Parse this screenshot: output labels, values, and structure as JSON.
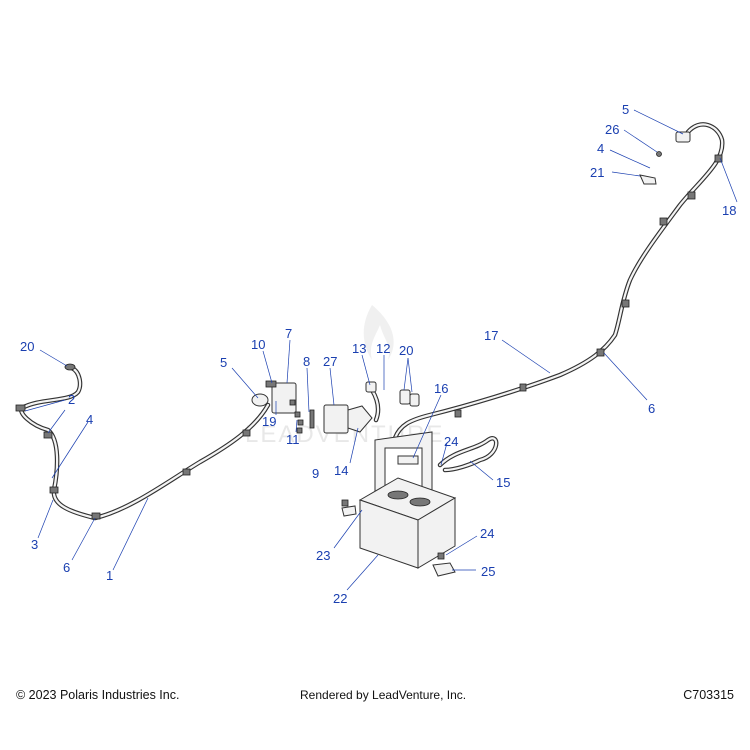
{
  "diagram": {
    "callouts": [
      {
        "label": "1"
      },
      {
        "label": "2"
      },
      {
        "label": "3"
      },
      {
        "label": "4"
      },
      {
        "label": "5"
      },
      {
        "label": "6"
      },
      {
        "label": "7"
      },
      {
        "label": "8"
      },
      {
        "label": "9"
      },
      {
        "label": "10"
      },
      {
        "label": "11"
      },
      {
        "label": "12"
      },
      {
        "label": "13"
      },
      {
        "label": "14"
      },
      {
        "label": "15"
      },
      {
        "label": "16"
      },
      {
        "label": "17"
      },
      {
        "label": "18"
      },
      {
        "label": "19"
      },
      {
        "label": "20"
      },
      {
        "label": "20"
      },
      {
        "label": "21"
      },
      {
        "label": "22"
      },
      {
        "label": "23"
      },
      {
        "label": "24"
      },
      {
        "label": "24"
      },
      {
        "label": "25"
      },
      {
        "label": "26"
      },
      {
        "label": "27"
      },
      {
        "label": "2"
      },
      {
        "label": "4"
      },
      {
        "label": "5"
      },
      {
        "label": "6"
      }
    ],
    "watermark": "LEADVENTURE",
    "accent_color": "#1a3fb0"
  },
  "footer": {
    "copyright": "© 2023 Polaris Industries Inc.",
    "rendered_by": "Rendered by LeadVenture, Inc.",
    "diagram_code": "C703315"
  }
}
